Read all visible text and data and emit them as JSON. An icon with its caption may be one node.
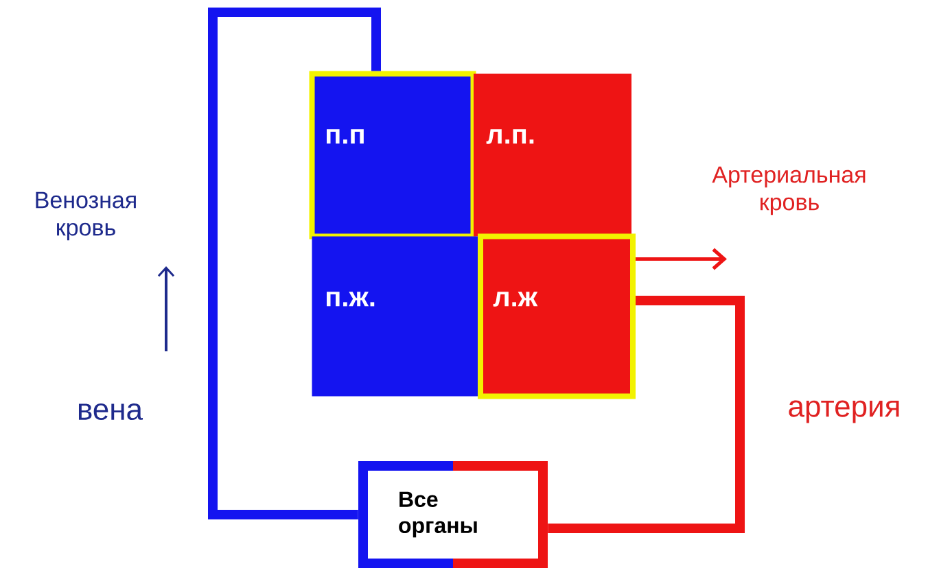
{
  "diagram": {
    "nodes": [
      {
        "text": [
          "п.п"
        ]
      },
      {
        "text": [
          "л.п."
        ]
      },
      {
        "text": [
          "п.ж."
        ]
      },
      {
        "text": [
          "л.ж"
        ]
      },
      {
        "text": [
          "Все органы"
        ]
      }
    ],
    "edges": [
      {
        "from": 4,
        "to": 0,
        "arrow": "none",
        "color": "#1414f0"
      },
      {
        "from": 3,
        "to": 4,
        "arrow": "none",
        "color": "#ee1414"
      },
      {
        "from": 3,
        "to": null,
        "arrow": "to",
        "color": "#ee1414"
      }
    ],
    "labels": [
      "Венозная кровь",
      "вена",
      "Артериальная кровь",
      "артерия"
    ]
  }
}
